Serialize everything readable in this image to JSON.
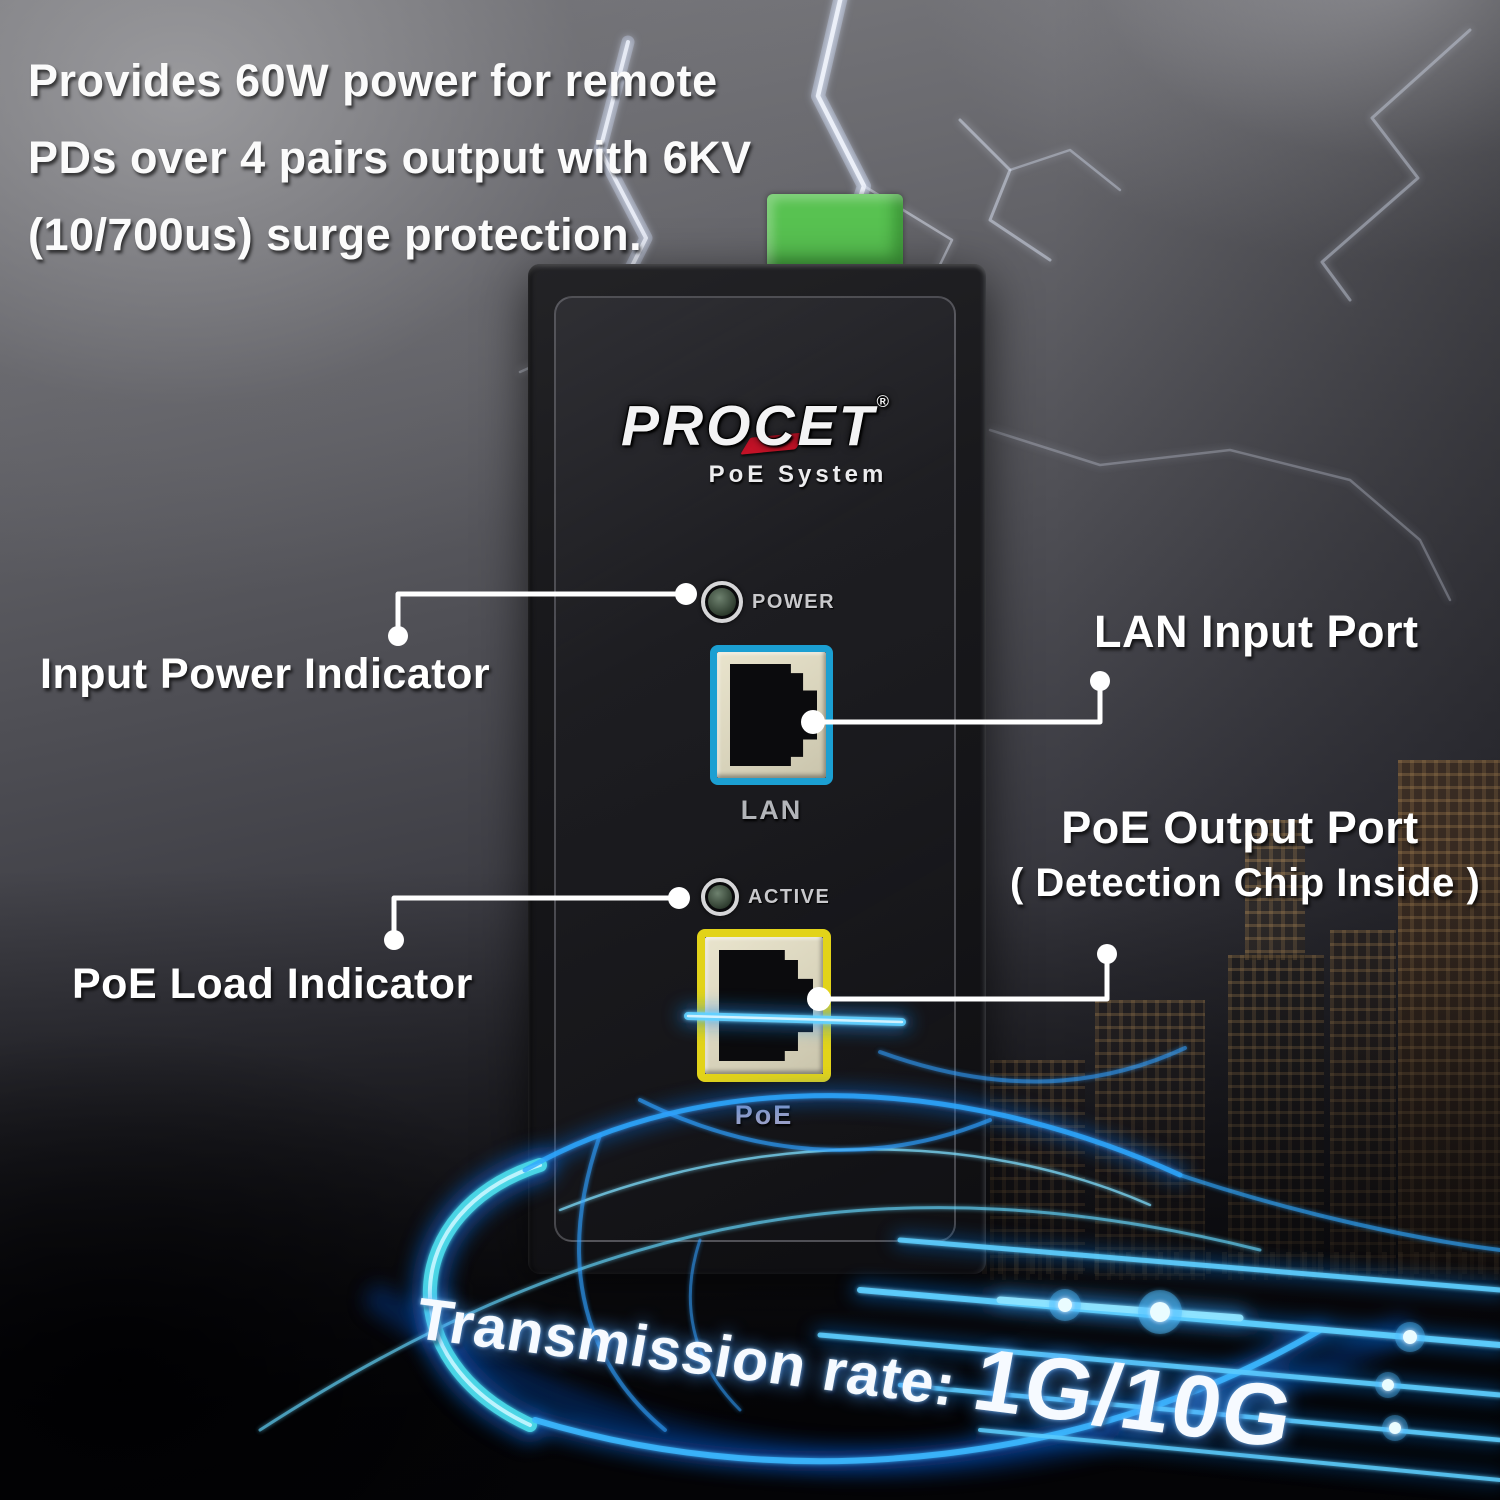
{
  "headline": {
    "lines": [
      "Provides 60W power for remote",
      "PDs over 4 pairs output with 6KV",
      "(10/700us) surge protection."
    ]
  },
  "device": {
    "brand_pre": "PRO",
    "brand_mid": "C",
    "brand_post": "ET",
    "brand_reg": "®",
    "brand_sub": "PoE System",
    "leds": [
      {
        "label": "POWER"
      },
      {
        "label": "ACTIVE"
      }
    ],
    "ports": [
      {
        "label": "LAN"
      },
      {
        "label": "PoE"
      }
    ]
  },
  "callouts": {
    "input_power": "Input Power Indicator",
    "poe_load": "PoE Load Indicator",
    "lan_input": "LAN Input Port",
    "poe_output_line1": "PoE Output Port",
    "poe_output_line2": "( Detection Chip Inside )"
  },
  "footer": {
    "transmission_prefix": "Transmission rate:",
    "transmission_rate": "1G/10G"
  },
  "colors": {
    "lan_port_frame": "#1b9fd2",
    "poe_port_frame": "#e2d319",
    "terminal_block_green": "#58c251",
    "logo_accent_red": "#c31227",
    "led_green": "#3d573e",
    "swoosh_blue": "#1577e8",
    "swoosh_cyan": "#5ecfff"
  }
}
